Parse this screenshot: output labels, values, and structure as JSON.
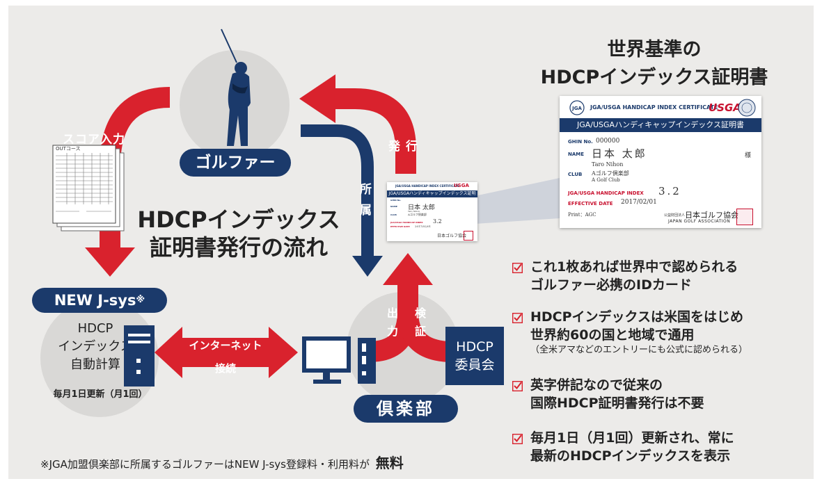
{
  "colors": {
    "navy": "#1b3a6b",
    "red": "#d9222d",
    "panel": "#ecebe9",
    "circle": "#d9d8d6"
  },
  "title": {
    "line1": "HDCPインデックス",
    "line2": "証明書発行の流れ"
  },
  "golfer": {
    "label": "ゴルファー"
  },
  "club": {
    "label": "倶楽部"
  },
  "jsys": {
    "label": "NEW J-sys",
    "mark": "※",
    "calc_lines": [
      "HDCP",
      "インデックス",
      "自動計算"
    ],
    "update_note": "毎月1日更新（月1回）"
  },
  "committee": {
    "line1": "HDCP",
    "line2": "委員会"
  },
  "arrows": {
    "score_input": "スコア入力",
    "issue": "発行",
    "belong": [
      "所",
      "属"
    ],
    "internet": "インターネット",
    "connect": "接続",
    "output": [
      "出",
      "力"
    ],
    "verify": [
      "検",
      "証"
    ]
  },
  "scorecard": {
    "header": "OUTコース"
  },
  "heading": {
    "line1": "世界基準の",
    "line2": "HDCPインデックス証明書"
  },
  "certificate": {
    "header_en": "JGA/USGA HANDICAP INDEX CERTIFICATE",
    "usga": "USGA",
    "jga": "JGA",
    "title_jp": "JGA/USGAハンディキャップインデックス証明書",
    "ghin_label": "GHIN No.",
    "ghin_value": "000000",
    "name_label": "NAME",
    "name_jp": "日本 太郎",
    "honorific": "様",
    "name_en": "Taro Nihon",
    "club_label": "CLUB",
    "club_jp": "Aゴルフ倶楽部",
    "club_en": "A Golf Club",
    "index_label": "JGA/USGA HANDICAP INDEX",
    "index_value": "3.2",
    "date_label": "EFFECTIVE DATE",
    "date_value": "2017/02/01",
    "print_label": "Print：",
    "print_value": "AGC",
    "assoc_prefix": "公益財団法人",
    "assoc_jp": "日本ゴルフ協会",
    "assoc_en": "JAPAN GOLF ASSOCIATION"
  },
  "features": [
    {
      "lines": [
        "これ1枚あれば世界中で認められる",
        "ゴルファー必携のIDカード"
      ]
    },
    {
      "lines": [
        "HDCPインデックスは米国をはじめ",
        "世界約60の国と地域で通用"
      ],
      "sub": "（全米アマなどのエントリーにも公式に認められる）"
    },
    {
      "lines": [
        "英字併記なので従来の",
        "国際HDCP証明書発行は不要"
      ]
    },
    {
      "lines": [
        "毎月1日（月1回）更新され、常に",
        "最新のHDCPインデックスを表示"
      ]
    }
  ],
  "footnote": {
    "text": "※JGA加盟倶楽部に所属するゴルファーはNEW J-sys登録料・利用料が",
    "emphasis": "無料"
  }
}
